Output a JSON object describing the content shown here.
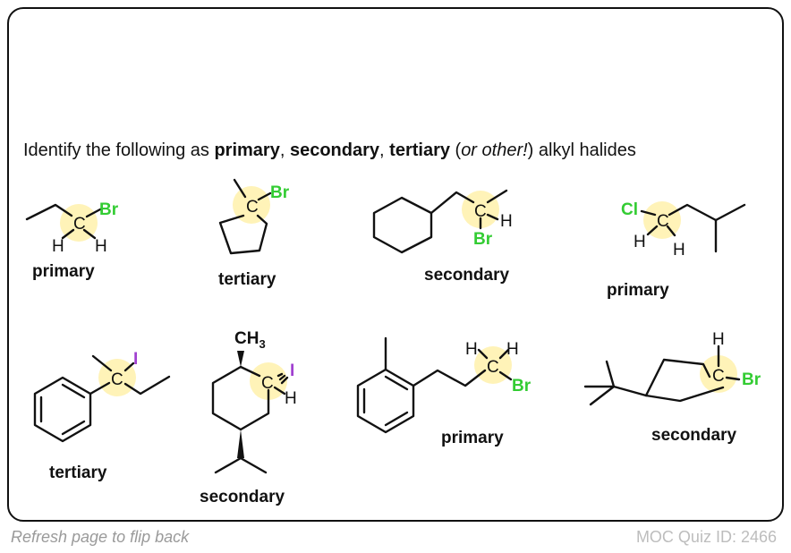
{
  "question": {
    "prefix": "Identify the following as ",
    "primary": "primary",
    "sep1": ", ",
    "secondary": "secondary",
    "sep2": ", ",
    "tertiary": "tertiary",
    "paren_open": " (",
    "other": "or other!",
    "paren_close": ") alkyl halides"
  },
  "atoms": {
    "carbon": "C",
    "hydrogen": "H",
    "bromine": "Br",
    "chlorine": "Cl",
    "iodine": "I",
    "methyl": "CH",
    "methyl_sub": "3"
  },
  "molecules": [
    {
      "label": "primary"
    },
    {
      "label": "tertiary"
    },
    {
      "label": "secondary"
    },
    {
      "label": "primary"
    },
    {
      "label": "tertiary"
    },
    {
      "label": "secondary"
    },
    {
      "label": "primary"
    },
    {
      "label": "secondary"
    }
  ],
  "colors": {
    "bromine": "#33cc33",
    "chlorine": "#33cc33",
    "iodine": "#a040d0",
    "highlight": "#fff3b8",
    "text": "#111111"
  },
  "footer": {
    "left": "Refresh page to flip back",
    "right": "MOC Quiz ID: 2466"
  }
}
